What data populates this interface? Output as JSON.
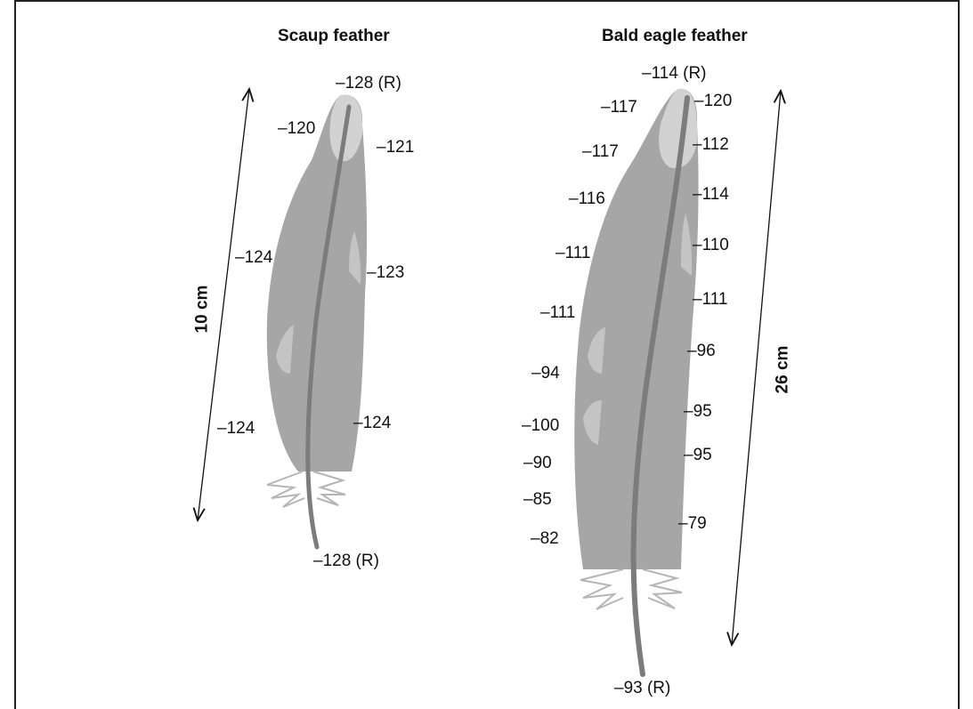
{
  "titles": {
    "scaup": "Scaup feather",
    "eagle": "Bald eagle feather"
  },
  "scale_labels": {
    "scaup": "10 cm",
    "eagle": "26 cm"
  },
  "scaup_labels": {
    "tip": "–128 (R)",
    "l1": "–120",
    "r1": "–121",
    "l2": "–124",
    "r2": "–123",
    "l3": "–124",
    "r3": "–124",
    "base": "–128 (R)"
  },
  "eagle_labels": {
    "tip": "–114 (R)",
    "l1": "–117",
    "r1": "–120",
    "l2": "–117",
    "r2": "–112",
    "l3": "–116",
    "r3": "–114",
    "l4": "–111",
    "r4": "–110",
    "l5": "–111",
    "r5": "–111",
    "r6": "–96",
    "l6": "–94",
    "r7": "–95",
    "l7": "–100",
    "r8": "–95",
    "l8": "–90",
    "l9": "–85",
    "r9": "–79",
    "l10": "–82",
    "base": "–93 (R)"
  },
  "colors": {
    "vane": "#a6a6a6",
    "vane_light": "#c4c4c4",
    "rachis": "#7c7c7c"
  }
}
